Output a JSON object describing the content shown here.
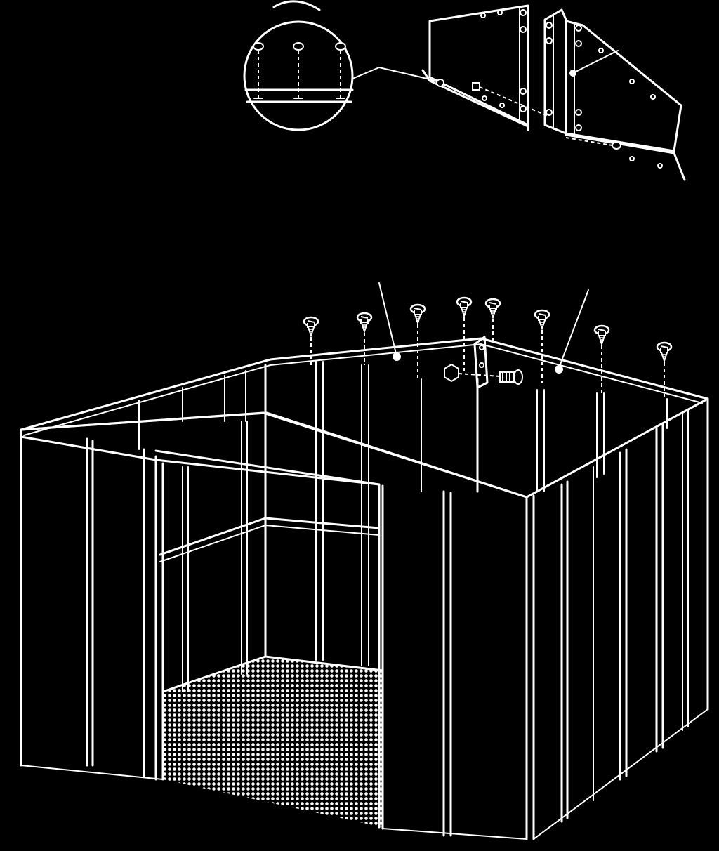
{
  "figure": {
    "type": "assembly-instruction-illustration",
    "text_labels": [],
    "background_color": "#000000",
    "line_color": "#ffffff",
    "floor_pattern": "halftone-dots",
    "callout_screw_count": 3,
    "main_screw_count": 8
  }
}
